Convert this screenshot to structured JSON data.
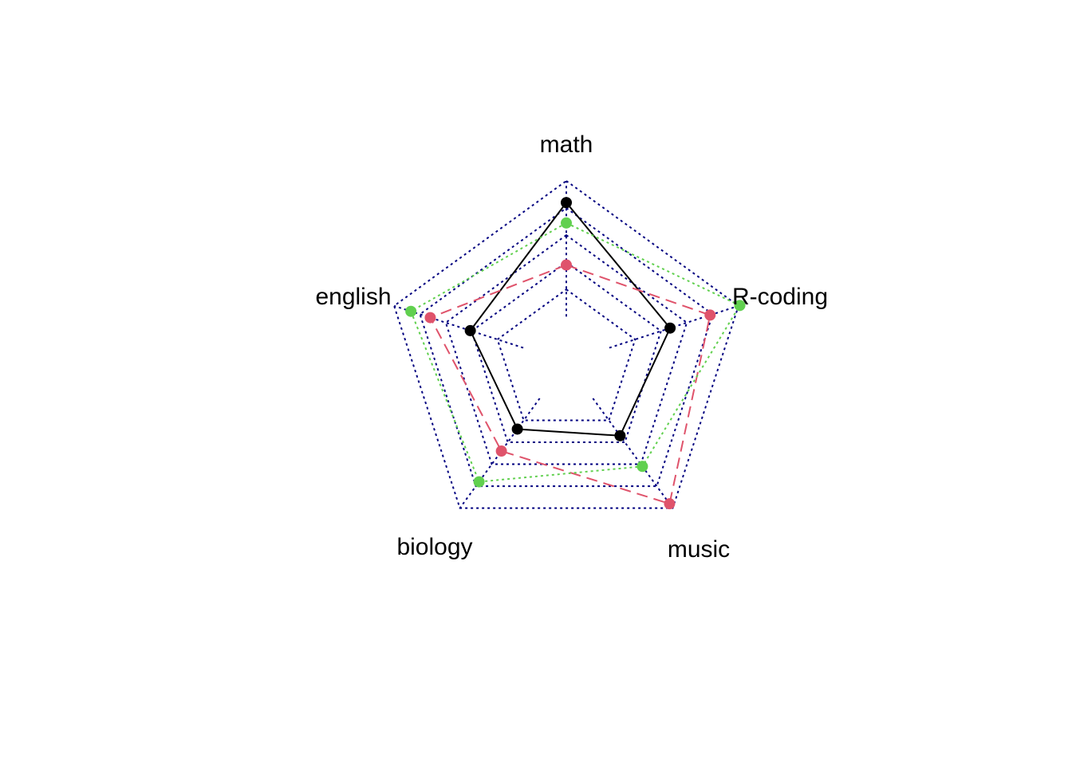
{
  "chart_data": {
    "type": "radar",
    "title": "",
    "axes": [
      "math",
      "R-coding",
      "music",
      "biology",
      "english"
    ],
    "range": [
      0,
      1
    ],
    "grid_levels": [
      0.2,
      0.4,
      0.6,
      0.8,
      1.0
    ],
    "grid_color": "#000080",
    "series": [
      {
        "values": [
          0.84,
          0.47,
          0.34,
          0.28,
          0.41
        ],
        "color": "#000000",
        "dash": "solid"
      },
      {
        "values": [
          0.38,
          0.78,
          0.96,
          0.48,
          0.72
        ],
        "color": "#DF536B",
        "dash": "dashed"
      },
      {
        "values": [
          0.69,
          1.01,
          0.62,
          0.76,
          0.87
        ],
        "color": "#61D04F",
        "dash": "dotted"
      }
    ]
  }
}
